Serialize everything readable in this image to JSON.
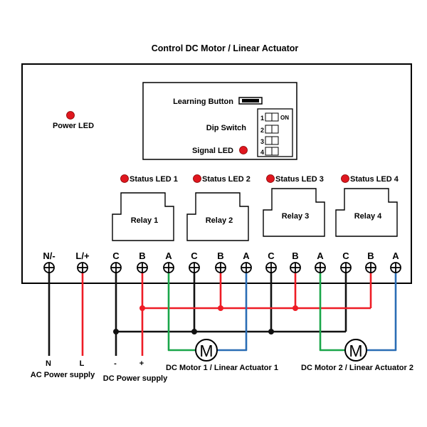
{
  "title": "Control DC Motor / Linear Actuator",
  "power_led": "Power LED",
  "learning_button": "Learning Button",
  "dip_switch": "Dip Switch",
  "signal_led": "Signal LED",
  "dip_numbers": [
    "1",
    "2",
    "3",
    "4"
  ],
  "dip_on": "ON",
  "status_leds": [
    "Status LED 1",
    "Status LED 2",
    "Status LED 3",
    "Status LED 4"
  ],
  "relays": [
    "Relay 1",
    "Relay 2",
    "Relay 3",
    "Relay 4"
  ],
  "terminals": [
    "N/-",
    "L/+",
    "C",
    "B",
    "A",
    "C",
    "B",
    "A",
    "C",
    "B",
    "A",
    "C",
    "B",
    "A"
  ],
  "wire_ends": {
    "n": "N",
    "l": "L",
    "minus": "-",
    "plus": "+"
  },
  "ac_supply": "AC Power supply",
  "dc_supply": "DC Power supply",
  "motor_symbol": "M",
  "motor1": "DC Motor 1 / Linear Actuator 1",
  "motor2": "DC Motor 2 / Linear Actuator 2",
  "colors": {
    "red": "#ee1c25",
    "green": "#1aa64a",
    "blue": "#2a6db5",
    "black": "#111111"
  }
}
